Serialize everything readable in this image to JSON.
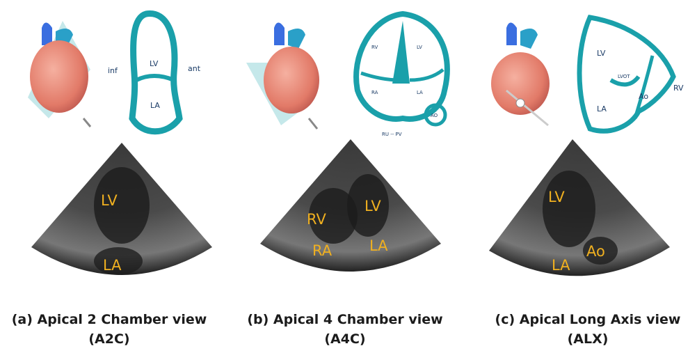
{
  "panels": [
    {
      "id": "a2c",
      "schematic_labels": {
        "side_left": "inf",
        "side_right": "ant",
        "upper": "LV",
        "lower": "LA"
      },
      "echo_labels": {
        "lv": "LV",
        "la": "LA"
      },
      "caption_line1": "(a) Apical 2 Chamber view",
      "caption_line2": "(A2C)"
    },
    {
      "id": "a4c",
      "schematic_labels": {
        "rv": "RV",
        "lv": "LV",
        "ra": "RA",
        "la": "LA",
        "ao": "AO",
        "bottom": "RU -- PV"
      },
      "echo_labels": {
        "rv": "RV",
        "lv": "LV",
        "ra": "RA",
        "la": "LA"
      },
      "caption_line1": "(b) Apical 4 Chamber view",
      "caption_line2": "(A4C)"
    },
    {
      "id": "alx",
      "schematic_labels": {
        "lv": "LV",
        "lvot": "LVOT",
        "rv": "RV",
        "ao": "Ao",
        "la": "LA"
      },
      "echo_labels": {
        "lv": "LV",
        "ao": "Ao",
        "la": "LA"
      },
      "caption_line1": "(c) Apical Long Axis view",
      "caption_line2": "(ALX)"
    }
  ],
  "colors": {
    "schematic": "#1aa0aa",
    "echo_label": "#f0b020",
    "heart": "#e88070",
    "aorta": "#3a6ee0"
  }
}
